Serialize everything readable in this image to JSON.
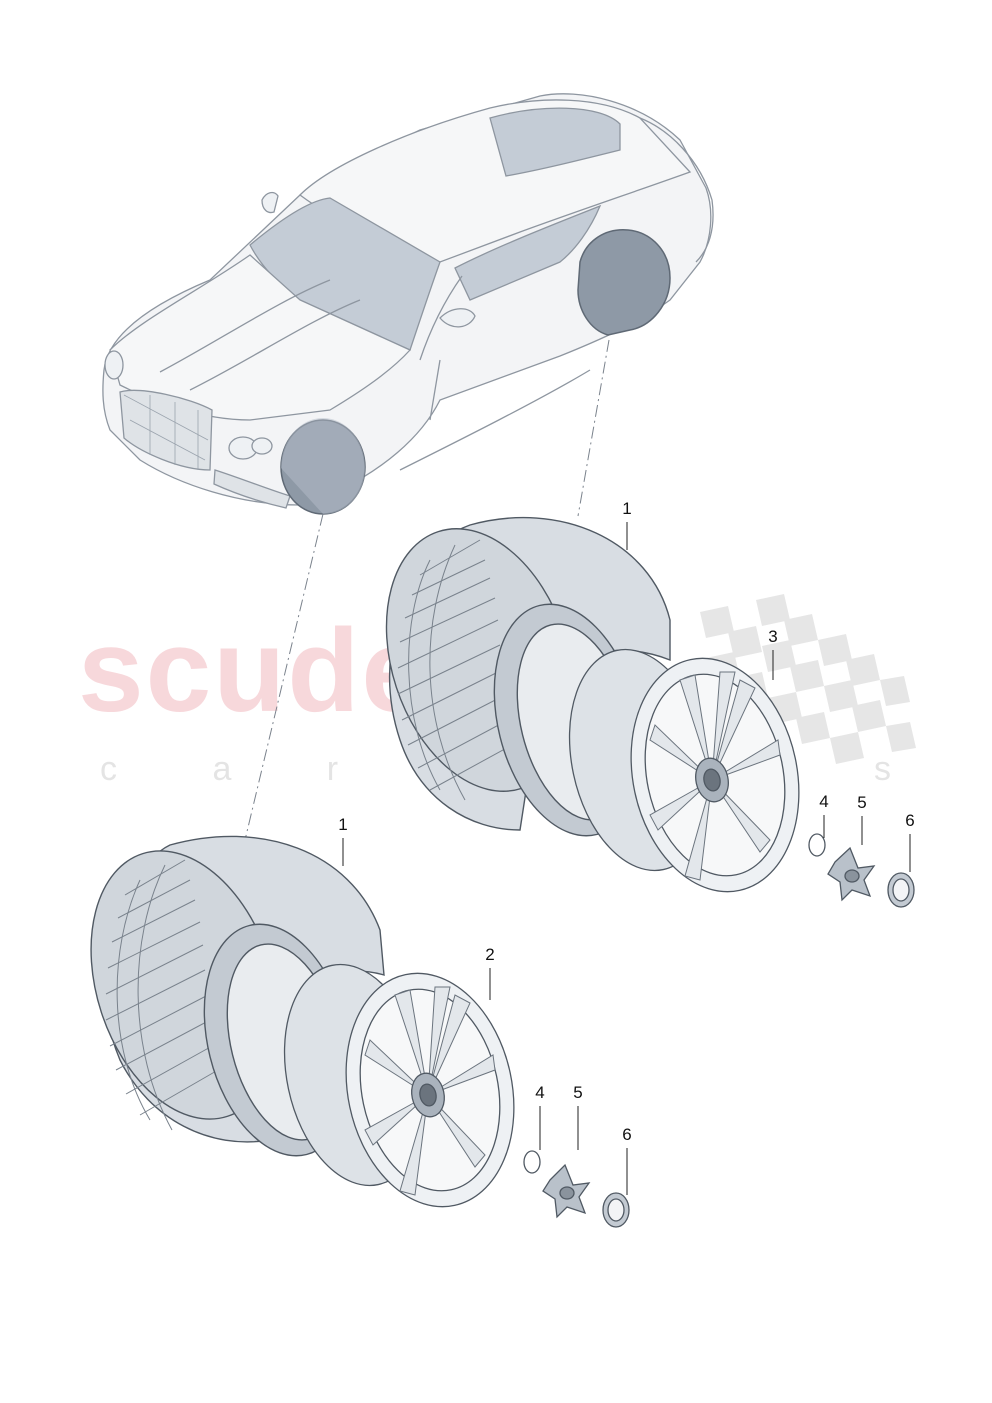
{
  "watermark": {
    "brand": "scuderia",
    "sub": "c a r  p a r t s"
  },
  "callouts": [
    {
      "id": "c1a",
      "label": "1"
    },
    {
      "id": "c1b",
      "label": "1"
    },
    {
      "id": "c2",
      "label": "2"
    },
    {
      "id": "c3",
      "label": "3"
    },
    {
      "id": "c4a",
      "label": "4"
    },
    {
      "id": "c5a",
      "label": "5"
    },
    {
      "id": "c6a",
      "label": "6"
    },
    {
      "id": "c4b",
      "label": "4"
    },
    {
      "id": "c5b",
      "label": "5"
    },
    {
      "id": "c6b",
      "label": "6"
    }
  ],
  "colors": {
    "car_body": "#f3f4f6",
    "glass": "#c4ccd6",
    "tire": "#d8dde3",
    "tire_tread": "#9aa3ad",
    "rim": "#e4e8ec",
    "watermark_red": "#f2b9bf",
    "watermark_gray": "#d9d9d9",
    "checker": "#d9d9d9"
  }
}
